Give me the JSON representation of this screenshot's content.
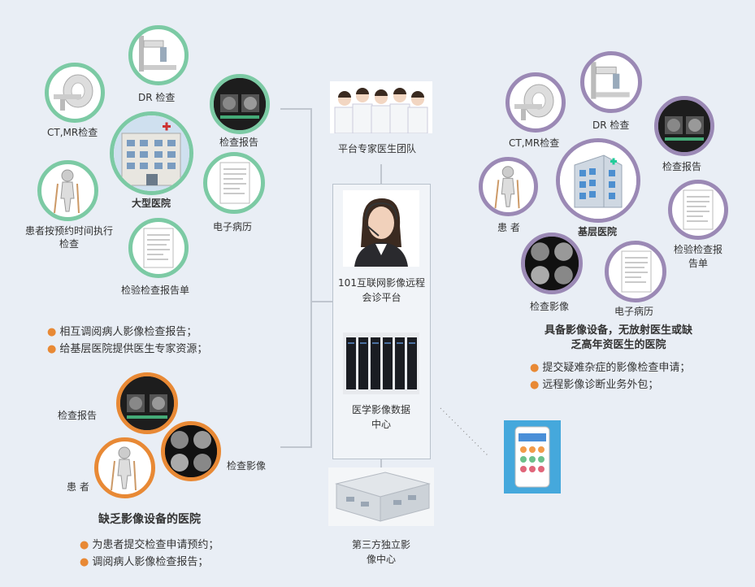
{
  "colors": {
    "background": "#e9eef5",
    "large_hospital_ring": "#7ccaa4",
    "basic_hospital_ring": "#9b89b5",
    "no_equipment_ring": "#e88935",
    "bullet": "#e88935"
  },
  "large_hospital": {
    "title": "大型医院",
    "items": {
      "dr": "DR 检查",
      "ct_mr": "CT,MR检查",
      "report": "检查报告",
      "emr": "电子病历",
      "patient": "患者按预约时间执行检查",
      "lab_report": "检验检查报告单"
    },
    "bullets": [
      "相互调阅病人影像检查报告；",
      "给基层医院提供医生专家资源；"
    ]
  },
  "basic_hospital": {
    "title": "基层医院",
    "items": {
      "ct_mr": "CT,MR检查",
      "dr": "DR 检查",
      "report": "检查报告",
      "patient": "患 者",
      "lab_report": "检验检查报告单",
      "images": "检查影像",
      "emr": "电子病历"
    },
    "description": "具备影像设备，无放射医生或缺乏高年资医生的医院",
    "bullets": [
      "提交疑难杂症的影像检查申请；",
      "远程影像诊断业务外包；"
    ]
  },
  "no_equipment_hospital": {
    "items": {
      "report": "检查报告",
      "patient": "患 者",
      "images": "检查影像"
    },
    "title": "缺乏影像设备的医院",
    "bullets": [
      "为患者提交检查申请预约；",
      "调阅病人影像检查报告；"
    ]
  },
  "center": {
    "expert_team": "平台专家医生团队",
    "platform": "101互联网影像远程会诊平台",
    "data_center": "医学影像数据中心",
    "third_party": "第三方独立影像中心"
  },
  "icons": {
    "ct": "ct-scanner-icon",
    "dr": "dr-xray-icon",
    "report": "scan-report-icon",
    "emr": "document-icon",
    "patient": "patient-crutch-icon",
    "building": "hospital-building-icon",
    "phone": "mobile-app-icon"
  }
}
